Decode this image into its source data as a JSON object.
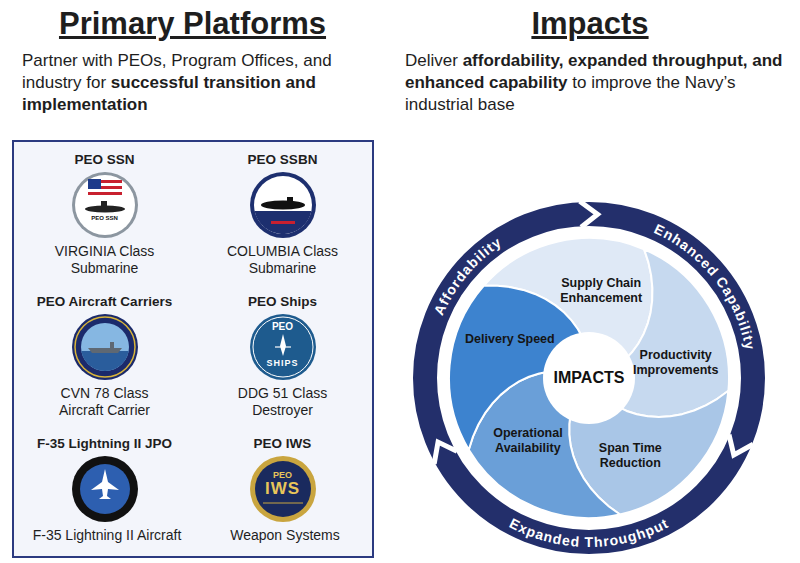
{
  "diagram": {
    "nodes": [
      {
        "text": [
          "PEO SSN",
          "VIRGINIA Class Submarine"
        ]
      },
      {
        "text": [
          "PEO SSBN",
          "COLUMBIA Class Submarine"
        ]
      },
      {
        "text": [
          "PEO Aircraft Carriers",
          "CVN 78 Class Aircraft Carrier"
        ]
      },
      {
        "text": [
          "PEO Ships",
          "DDG 51 Class Destroyer"
        ]
      },
      {
        "text": [
          "F-35 Lightning II JPO",
          "F-35 Lightning II Aircraft"
        ]
      },
      {
        "text": [
          "PEO IWS",
          "Weapon Systems"
        ]
      },
      {
        "text": [
          "Affordability",
          "Enhanced Capability",
          "Expanded Throughput"
        ]
      },
      {
        "text": [
          "Supply Chain Enhancement"
        ],
        "in": 6
      },
      {
        "text": [
          "Productivity Improvements"
        ],
        "in": 6
      },
      {
        "text": [
          "Span Time Reduction"
        ],
        "in": 6
      },
      {
        "text": [
          "Operational Availability"
        ],
        "in": 6
      },
      {
        "text": [
          "Delivery Speed"
        ],
        "in": 6
      },
      {
        "text": [
          "IMPACTS"
        ],
        "in": 6
      }
    ],
    "labels": [
      "Primary Platforms",
      "Partner with PEOs, Program Offices, and industry for",
      "successful transition and implementation",
      "Impacts",
      "Deliver",
      "affordability, expanded throughput, and enhanced capability",
      "to improve the Navy’s industrial base",
      "PEO SSN",
      "PEO",
      "SHIPS",
      "PEO",
      "IWS"
    ]
  }
}
